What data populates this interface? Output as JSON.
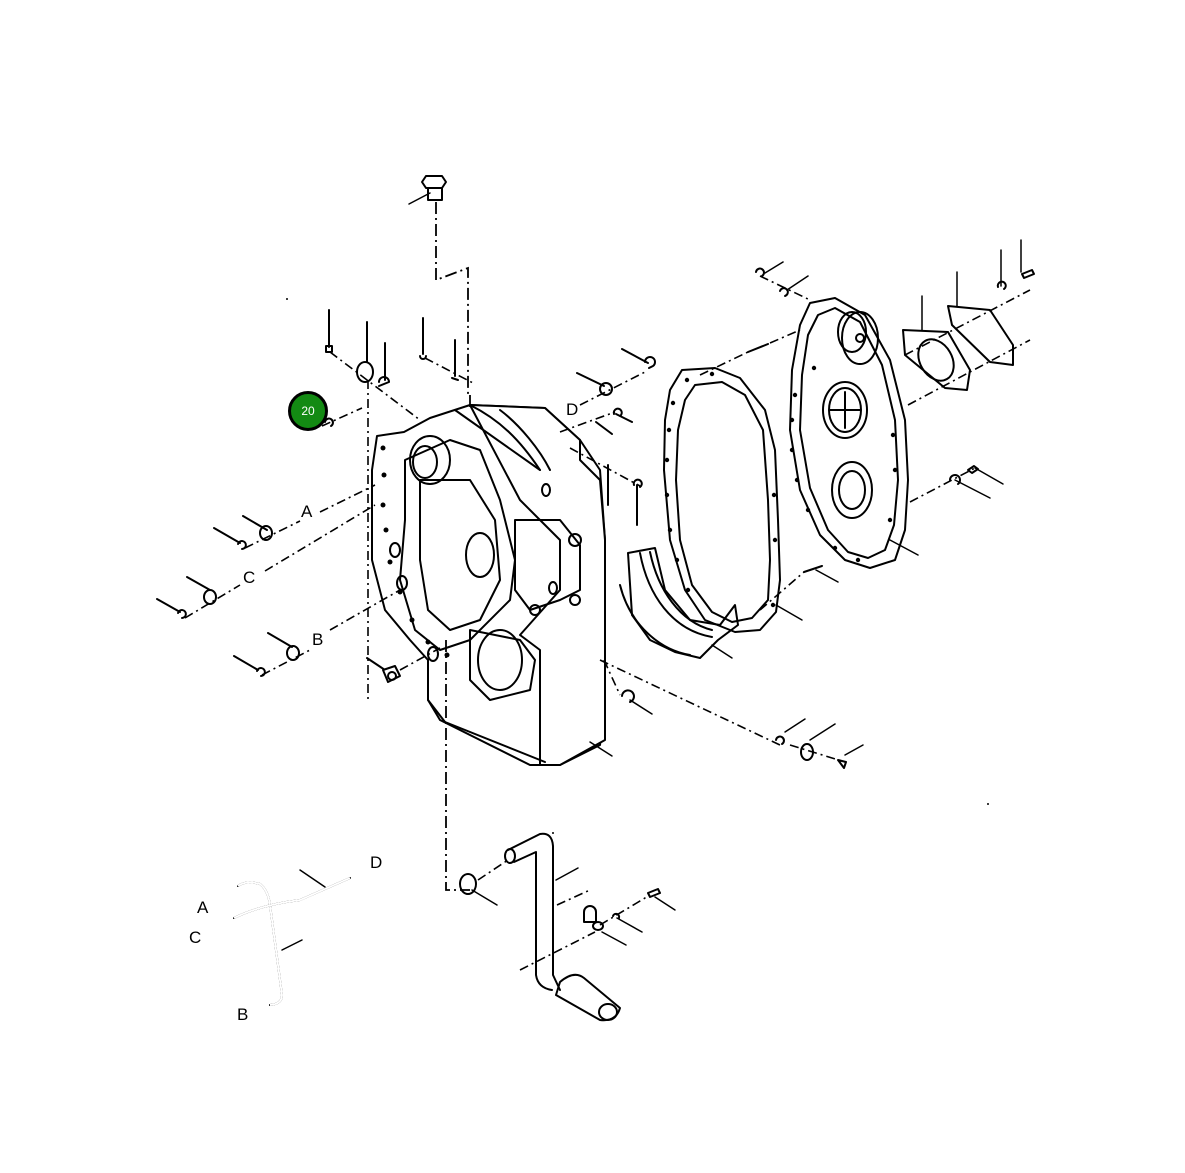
{
  "diagram": {
    "type": "exploded-parts-diagram",
    "subject": "transmission housing / flywheel housing assembly with covers, gasket, bolts and lever",
    "callouts": [
      {
        "number": "20",
        "color": "#138a13",
        "text_color": "#ffffff"
      }
    ],
    "labels": {
      "housing_A": "A",
      "housing_C": "C",
      "housing_B": "B",
      "housing_D": "D",
      "tube_A": "A",
      "tube_C": "C",
      "tube_B": "B",
      "tube_D": "D"
    },
    "colors": {
      "line": "#000000",
      "background": "#ffffff",
      "callout_fill": "#138a13"
    }
  }
}
